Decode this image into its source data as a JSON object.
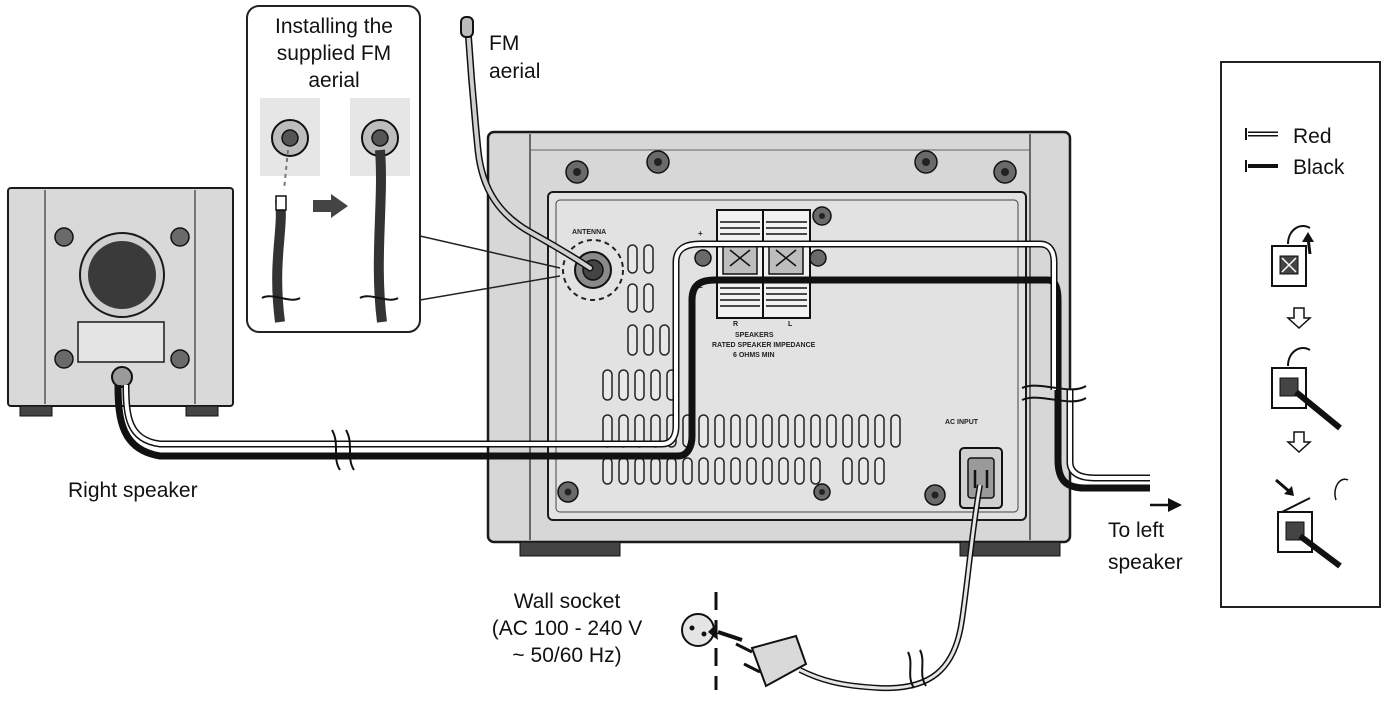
{
  "labels": {
    "callout_line1": "Installing the",
    "callout_line2": "supplied FM",
    "callout_line3": "aerial",
    "fm_aerial_line1": "FM",
    "fm_aerial_line2": "aerial",
    "right_speaker": "Right speaker",
    "wall_socket_line1": "Wall socket",
    "wall_socket_line2": "(AC 100 - 240 V",
    "wall_socket_line3": "~ 50/60 Hz)",
    "to_left_line1": "To left",
    "to_left_line2": "speaker"
  },
  "panel": {
    "antenna": "ANTENNA",
    "speakers": "SPEAKERS",
    "impedance": "RATED SPEAKER IMPEDANCE",
    "ohms": "6 OHMS MIN",
    "ac_input": "AC INPUT",
    "ch_r": "R",
    "ch_l": "L",
    "plus": "+",
    "minus": "−"
  },
  "legend": {
    "red": "Red",
    "black": "Black"
  },
  "colors": {
    "device_fill": "#d7d7d7",
    "panel_fill": "#e2e2e2",
    "line": "#1a1a1a",
    "cable_black": "#111111",
    "cable_white": "#ffffff"
  }
}
